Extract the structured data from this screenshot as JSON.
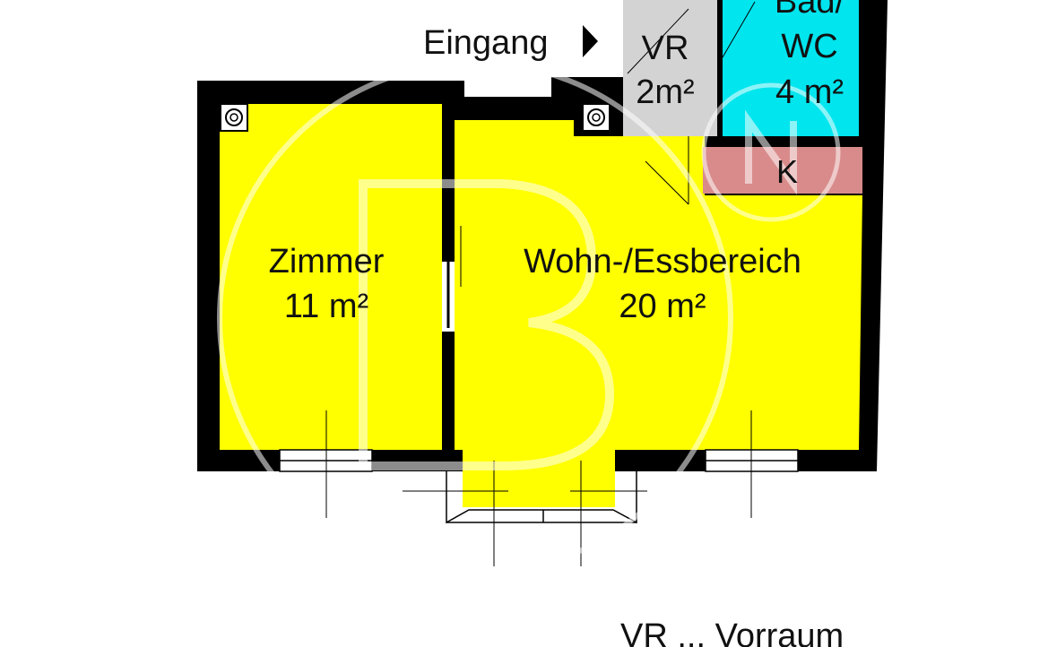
{
  "colors": {
    "room": "#ffff00",
    "bath": "#00e5ee",
    "hall": "#d3d3d3",
    "kitchen": "#d98b8b",
    "wall": "#000000",
    "watermark": "#ffffff"
  },
  "entrance": {
    "label": "Eingang",
    "icon": "arrow-right-icon"
  },
  "rooms": {
    "vr": {
      "name": "VR",
      "area": "2m²"
    },
    "bad": {
      "name_line1": "Bad/",
      "name_line2": "WC",
      "area": "4 m²"
    },
    "kueche": {
      "name": "K"
    },
    "zimmer": {
      "name": "Zimmer",
      "area": "11 m²"
    },
    "wohn": {
      "name": "Wohn-/Essbereich",
      "area": "20 m²"
    }
  },
  "legend": {
    "text": "VR ... Vorraum"
  },
  "symbols": {
    "chimney": "chimney-icon",
    "watermark": "watermark-logo"
  }
}
